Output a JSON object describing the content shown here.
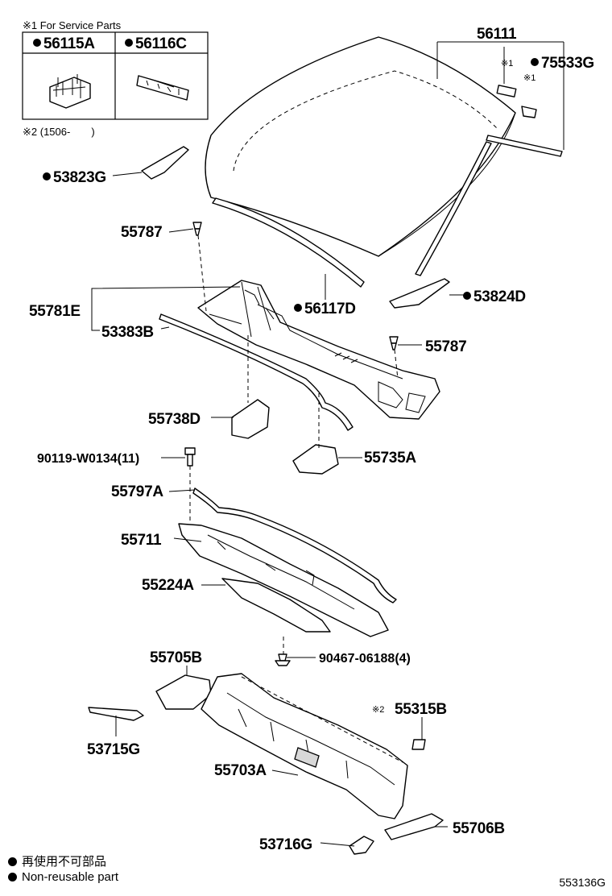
{
  "service_box": {
    "header": "※1 For Service Parts",
    "left_part": "56115A",
    "right_part": "56116C"
  },
  "note2": "※2 (1506-　　)",
  "mark1": "※1",
  "mark2": "※2",
  "parts": {
    "p56111": "56111",
    "p75533G": "75533G",
    "p53823G": "53823G",
    "p55787a": "55787",
    "p55781E": "55781E",
    "p53383B": "53383B",
    "p56117D": "56117D",
    "p53824D": "53824D",
    "p55787b": "55787",
    "p55738D": "55738D",
    "p90119": "90119-W0134(11)",
    "p55735A": "55735A",
    "p55797A": "55797A",
    "p55711": "55711",
    "p55224A": "55224A",
    "p90467": "90467-06188(4)",
    "p55705B": "55705B",
    "p53715G": "53715G",
    "p55315B": "55315B",
    "p55703A": "55703A",
    "p53716G": "53716G",
    "p55706B": "55706B"
  },
  "legend": {
    "jp": "再使用不可部品",
    "en": "Non-reusable part"
  },
  "diagram_code": "553136G",
  "colors": {
    "line": "#000000",
    "background": "#ffffff",
    "shade": "#d8d8d8"
  }
}
